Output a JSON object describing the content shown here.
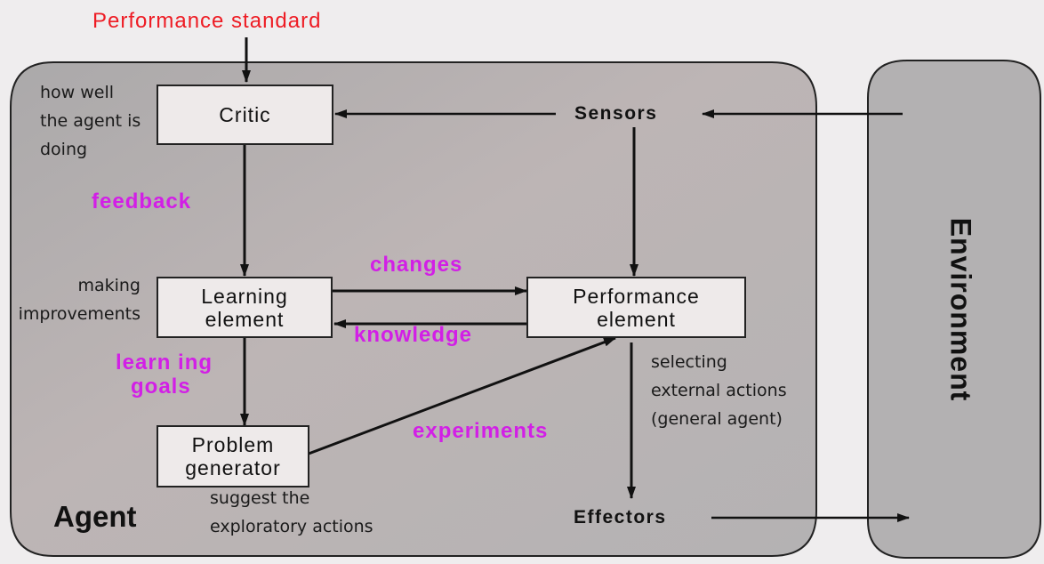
{
  "diagram": {
    "title": "Performance standard",
    "containers": {
      "agent": "Agent",
      "environment": "Environment"
    },
    "components": {
      "critic": "Critic",
      "learning_element": [
        "Learning",
        "element"
      ],
      "performance_element": [
        "Performance",
        "element"
      ],
      "problem_generator": [
        "Problem",
        "generator"
      ],
      "sensors": "Sensors",
      "effectors": "Effectors"
    },
    "edge_labels": {
      "feedback": "feedback",
      "changes": "changes",
      "knowledge": "knowledge",
      "learning_goals": [
        "learn ing",
        "goals"
      ],
      "experiments": "experiments"
    },
    "annotations": {
      "critic_note": [
        "how well",
        "the agent is",
        "doing"
      ],
      "learning_note": [
        "making",
        "improvements"
      ],
      "performance_note": [
        "selecting",
        "external actions",
        "(general agent)"
      ],
      "problem_note": [
        "suggest the",
        "exploratory actions"
      ]
    },
    "colors": {
      "title": "#ee1c24",
      "edge_label": "#d21fe6",
      "panel": "#b3b1b1",
      "box": "#eeeaea"
    }
  }
}
